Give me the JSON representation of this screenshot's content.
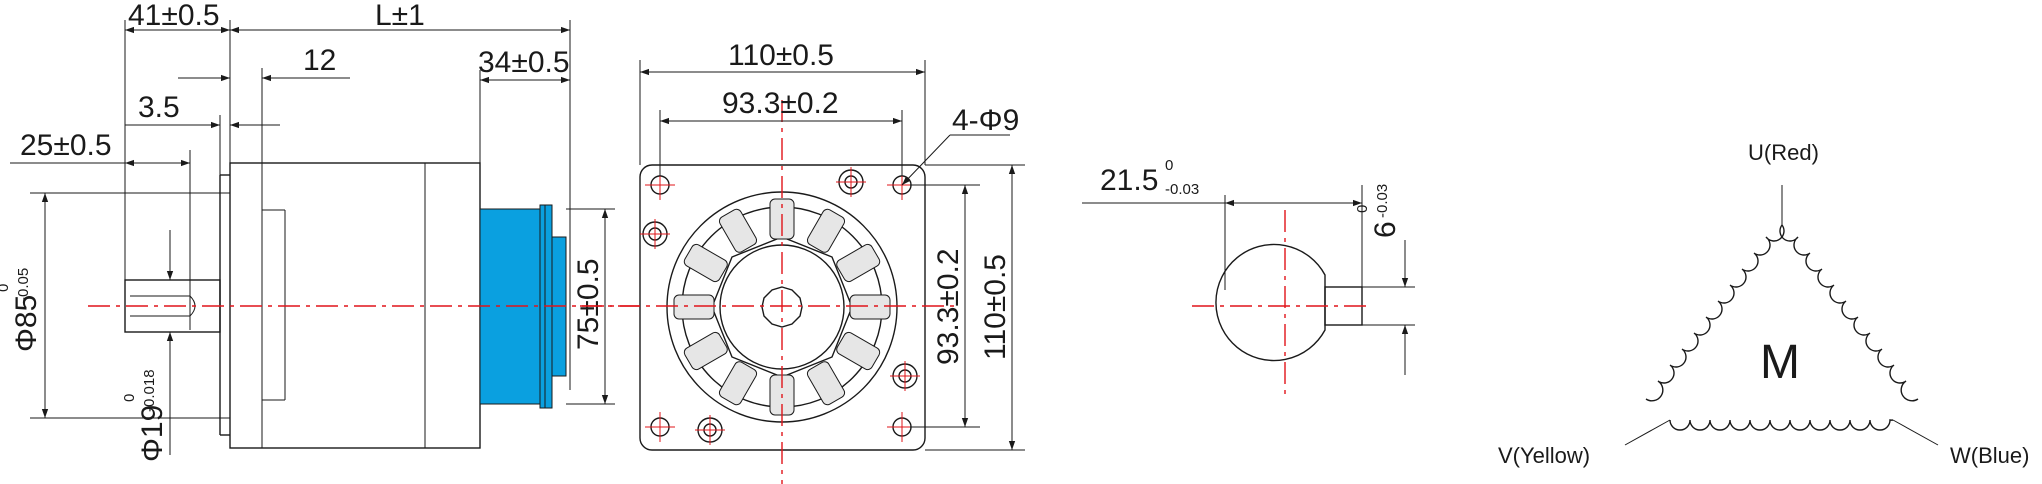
{
  "side_view": {
    "dim_41": "41±0.5",
    "dim_L": "L±1",
    "dim_12": "12",
    "dim_34": "34±0.5",
    "dim_3_5": "3.5",
    "dim_25": "25±0.5",
    "dia_85": "Φ85",
    "dia_85_tol_upper": "0",
    "dia_85_tol_lower": "-0.05",
    "dia_19": "Φ19",
    "dia_19_tol_upper": "0",
    "dia_19_tol_lower": "-0.018",
    "dim_75": "75±0.5",
    "gearbox_color": "#0aa0e0"
  },
  "front_view": {
    "dim_110_h": "110±0.5",
    "dim_93_h": "93.3±0.2",
    "holes": "4-Φ9",
    "dim_93_v": "93.3±0.2",
    "dim_110_v": "110±0.5"
  },
  "shaft_section": {
    "dim_21_5": "21.5",
    "dim_21_5_tol_upper": "0",
    "dim_21_5_tol_lower": "-0.03",
    "dim_6": "6",
    "dim_6_tol_upper": "0",
    "dim_6_tol_lower": "-0.03"
  },
  "wiring": {
    "center_label": "M",
    "u_label": "U(Red)",
    "v_label": "V(Yellow)",
    "w_label": "W(Blue)"
  },
  "colors": {
    "line": "#1a1a1a",
    "centerline": "#e0141a",
    "body_fill": "#e6e6e6",
    "hatch_fill": "#dcdcdc"
  }
}
